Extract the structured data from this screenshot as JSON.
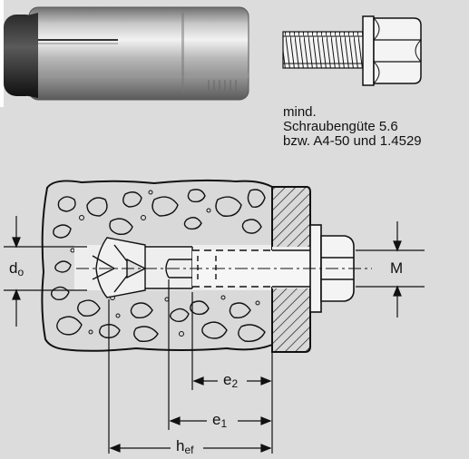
{
  "note": {
    "line1": "mind.",
    "line2": "Schraubengüte 5.6",
    "line3": "bzw. A4-50 und 1.4529"
  },
  "dimensions": {
    "d0": {
      "main": "d",
      "sub": "o"
    },
    "M": {
      "main": "M"
    },
    "e2": {
      "main": "e",
      "sub": "2"
    },
    "e1": {
      "main": "e",
      "sub": "1"
    },
    "hef": {
      "main": "h",
      "sub": "ef"
    }
  },
  "colors": {
    "background": "#dcdcdc",
    "concrete": "#d9d9d9",
    "line": "#111111"
  }
}
